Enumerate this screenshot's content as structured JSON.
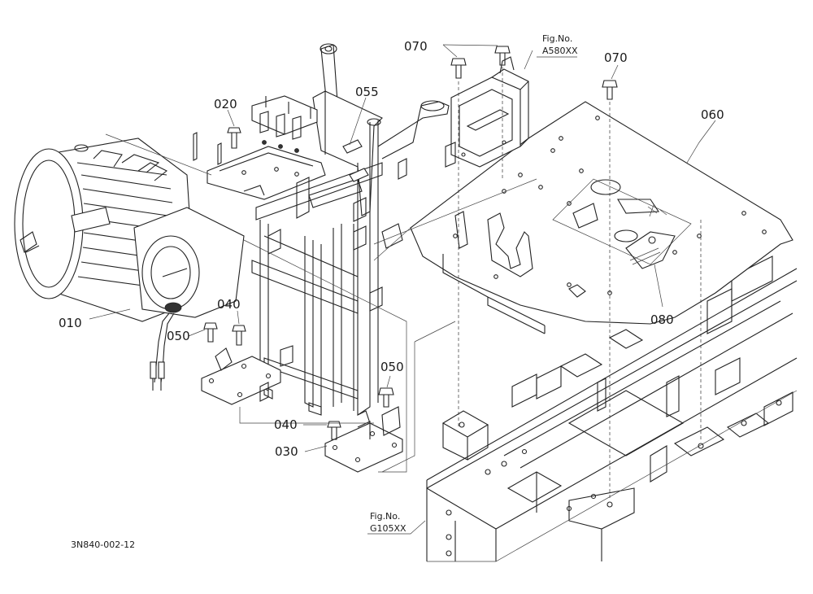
{
  "parts": {
    "p010": "010",
    "p020": "020",
    "p030": "030",
    "p040_upper": "040",
    "p040_lower": "040",
    "p050_left": "050",
    "p050_right": "050",
    "p055": "055",
    "p060": "060",
    "p070_left": "070",
    "p070_right": "070",
    "p080": "080"
  },
  "fig_refs": {
    "top": {
      "line1": "Fig.No.",
      "line2": "A580XX"
    },
    "bottom": {
      "line1": "Fig.No.",
      "line2": "G105XX"
    }
  },
  "drawing_code": "3N840-002-12"
}
